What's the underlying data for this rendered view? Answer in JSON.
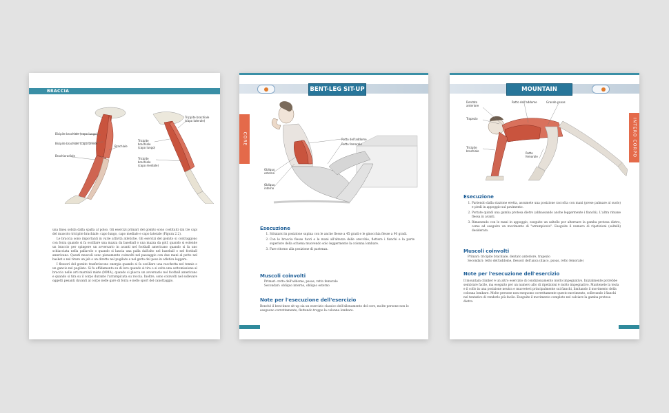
{
  "page1": {
    "section": "BRACCIA",
    "labels": {
      "bicipite_lungo": "Bicipite brachiale\n(capo lungo)",
      "bicipite_breve": "Bicipite brachiale\n(capo breve)",
      "brachioradiale": "Brachioradiale",
      "brachiale": "Brachiale",
      "tricipite_laterale": "Tricipite brachiale\n(capo laterale)",
      "tricipite_lungo": "Tricipite\nbrachiale\n(capo lungo)",
      "tricipite_mediale": "Tricipite\nbrachiale\n(capo mediale)"
    },
    "paragraphs": [
      "una linea solida dalla spalla al polso. Gli esercizi primari del gomito sono costituiti dai tre capi del muscolo tricipite brachiale: capo lungo, capo mediale e capo laterale (Figura 2.2).",
      "Le braccia sono importanti in varie attività atletiche. Gli esercizi del gomito si contraggono con forza quando si fa oscillare una mazza da baseball o una mazza da golf, quando si estende un braccio per spingere un avversario in avanti nel football americano quando si fa uno schiacciata nella pallavolo o quando si lancia una palla dall'alto nel baseball o nel football americano. Questi muscoli sono pienamente coinvolti nel passaggio con due mani al petto nel basket o nel tirare un jab o un diretto nel pugilato e nel getto del peso in atletica leggera.",
      "I flessori del gomito trasferiscono energia quando si fa oscillare una racchetta nel tennis o un gancio nel pugilato. Si fa affidamento su di loro quando si tira o si evita una sottomissione al braccio nelle arti marziali miste (MMA), quando si placca un avversario nel football americano e quando si tira su il corpo durante l'arrampicata su roccia. Inoltre, sono coinvolti nel sollevare oggetti pesanti davanti al corpo nelle gare di forza e nello sport del canottaggio."
    ]
  },
  "page2": {
    "title": "BENT-LEG SIT-UP",
    "tab": "CORE",
    "labels": {
      "retto": "Retto dell'addome",
      "retto_femorale": "Retto femorale",
      "obliquo_esterno": "Obliquo\nesterno",
      "obliquo_interno": "Obliquo\ninterno"
    },
    "exec_heading": "Esecuzione",
    "steps": [
      "Sdraiarsi in posizione supina con le anche flesse a 45 gradi e le ginocchia flesse a 90 gradi.",
      "Con le braccia flesse fuori e le mani all'altezza delle orecchie, flettere i fianchi e la parte superiore della schiena muovendo solo leggermente la colonna lombare.",
      "Fare ritorno alla posizione di partenza."
    ],
    "muscles_heading": "Muscoli coinvolti",
    "muscles": [
      "Primari: retto dell'addome, psoas, retto femorale",
      "Secondari: obliquo interno, obliquo esterno"
    ],
    "notes_heading": "Note per l'esecuzione dell'esercizio",
    "notes": "Benché il bent-knee sit-up sia un esercizio classico dell'allenamento del core, molte persone non lo eseguono correttamente, flettendo troppo la colonna lombare."
  },
  "page3": {
    "title": "MOUNTAIN CLIMBER",
    "tab": "INTERO CORPO",
    "labels": {
      "dentato": "Dentato\nanteriore",
      "retto": "Retto dell'addome",
      "psoas": "Grande psoas",
      "trapezio": "Trapezio",
      "tricipite": "Tricipite\nbrachiale",
      "retto_femorale": "Retto\nfemorale"
    },
    "exec_heading": "Esecuzione",
    "steps": [
      "Partendo dalla stazione eretta, assumete una posizione raccolta con mani (prese palmare al suolo) e piedi in appoggio sul pavimento.",
      "Portate quindi una gamba protesa dietro (abbassando anche leggermente i fianchi). L'altra rimane flessa in avanti.",
      "Rimanendo con le mani in appoggio, eseguite un saltello per alternare la gamba protesa dietro, come ad eseguire un movimento di \"arrampicata\". Eseguite il numero di ripetizioni (saltelli) desiderato."
    ],
    "muscles_heading": "Muscoli coinvolti",
    "muscles": [
      "Primari: tricipite brachiale, dentato anteriore, trapezio",
      "Secondari: retto dell'addome, flessori dell'anca (iliaco, psoas, retto femorale)"
    ],
    "notes_heading": "Note per l'esecuzione dell'esercizio",
    "notes": "Il mountain climber è un altro esercizio di condizionamento molto impegnativo. Inizialmente potrebbe sembrare facile, ma eseguito per un numero alto di ripetizioni è molto impegnativo. Mantenete la testa e il collo in una posizione neutra e muovetevi principalmente sui fianchi, limitando il movimento della colonna lombare. Molte persone non eseguono correttamente questo movimento, sollevando i fianchi nel tentativo di renderlo più facile. Eseguite il movimento completo nel calciare la gamba protesa dietro."
  }
}
